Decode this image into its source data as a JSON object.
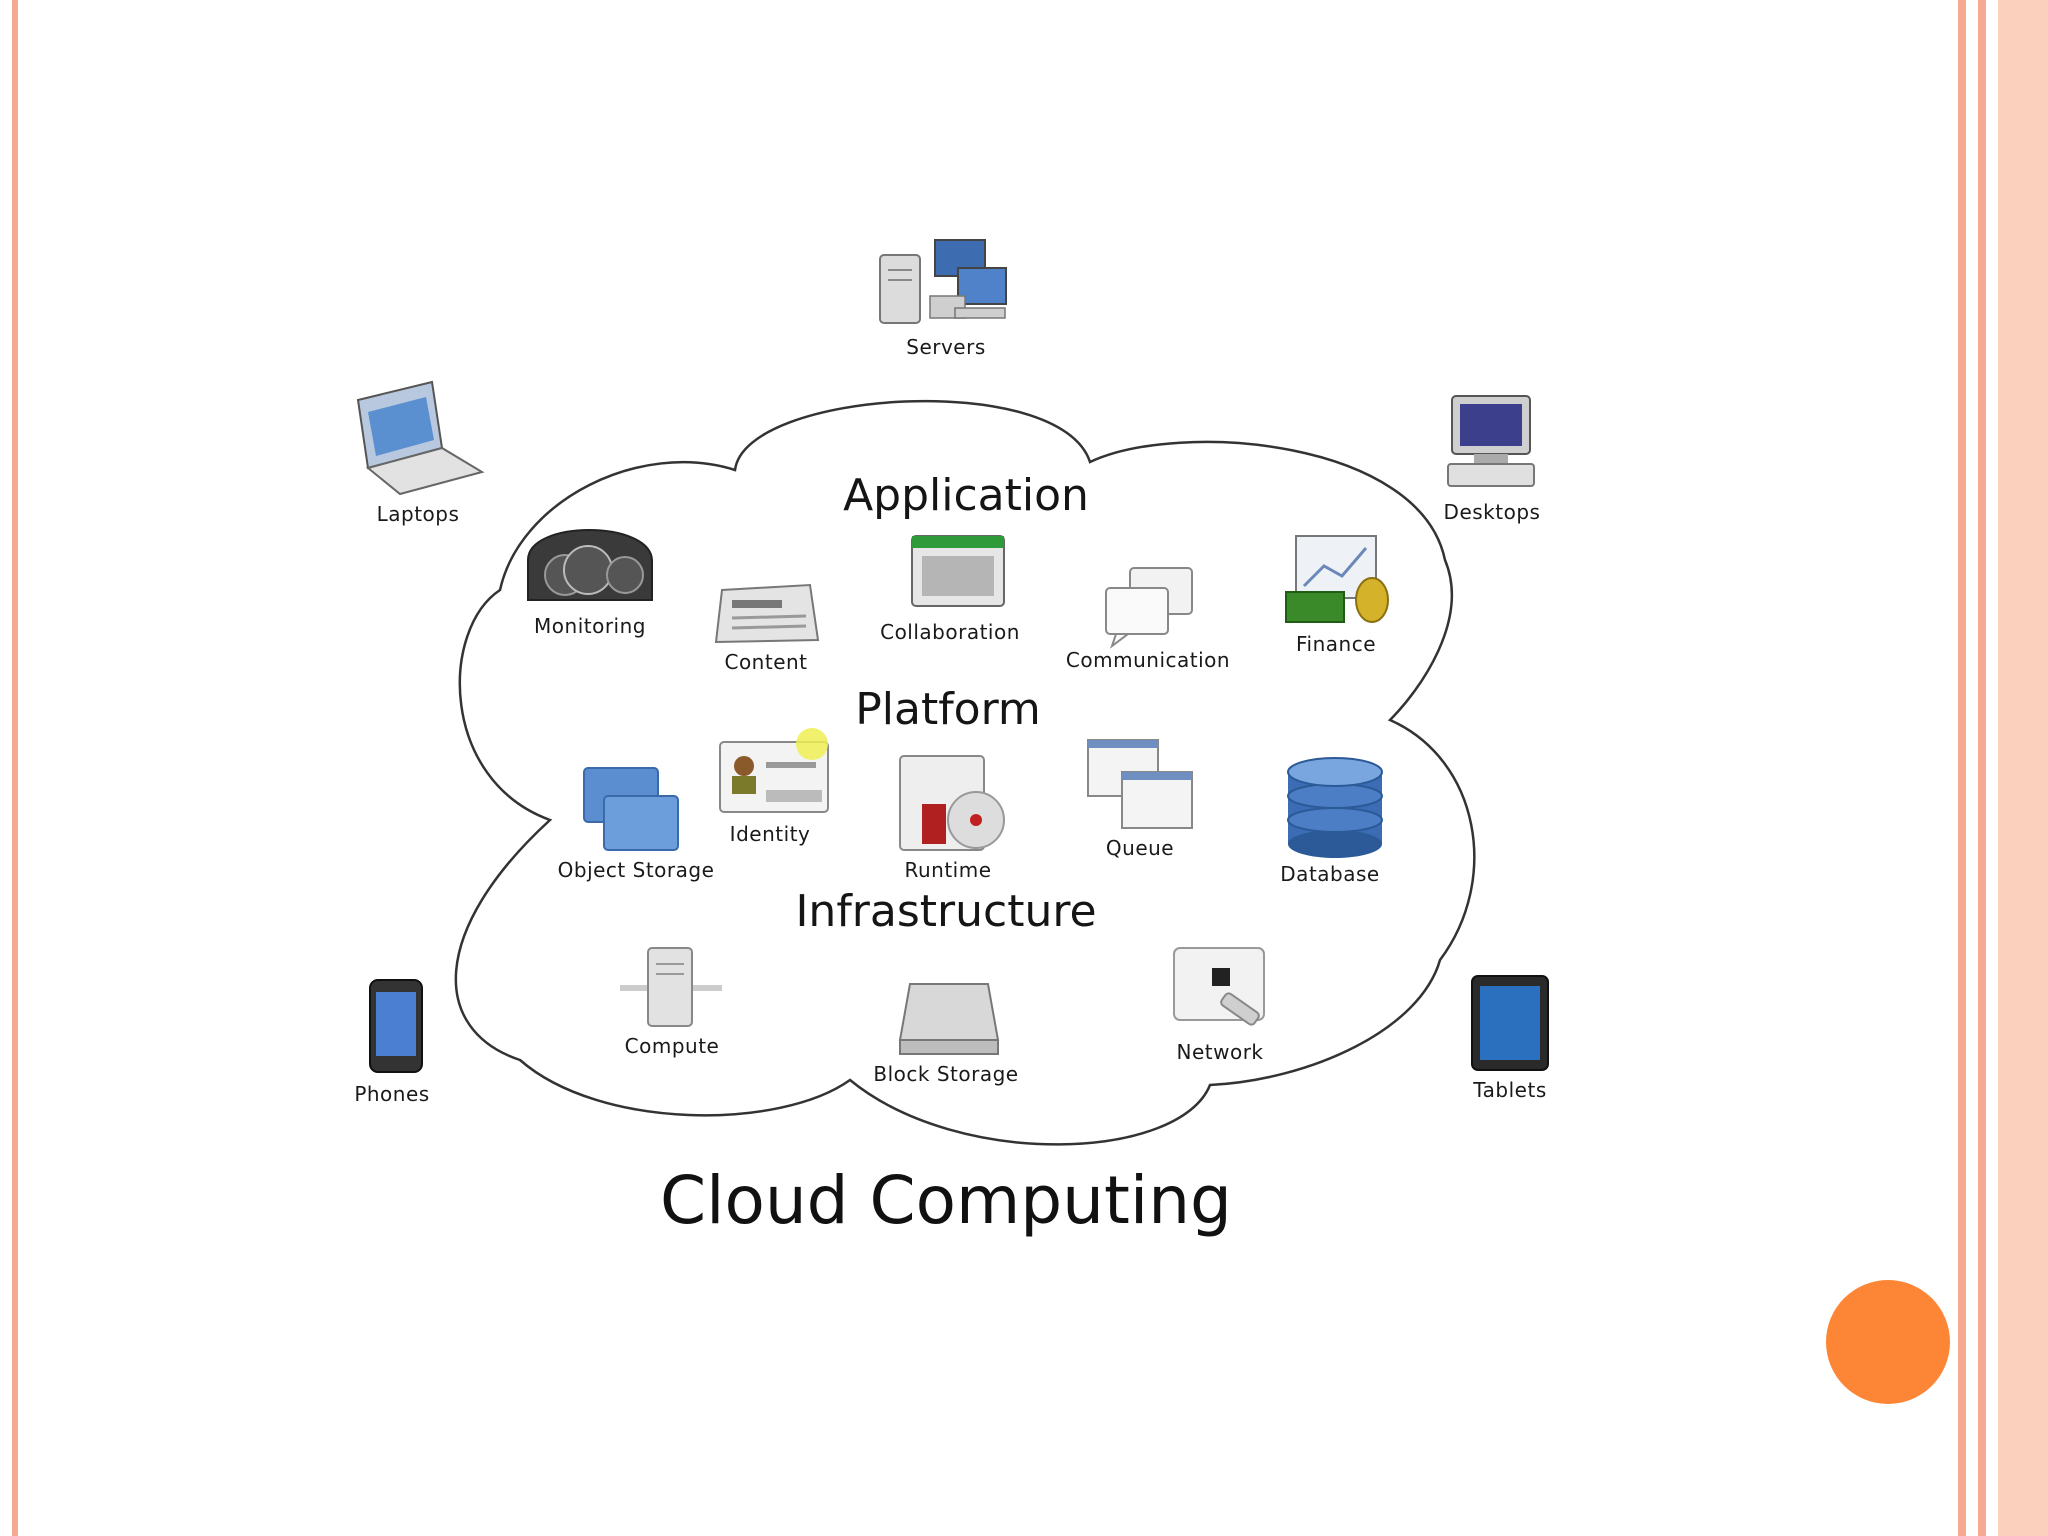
{
  "title": "Cloud Computing",
  "sections": {
    "application": "Application",
    "platform": "Platform",
    "infrastructure": "Infrastructure"
  },
  "outside_devices": {
    "servers": "Servers",
    "laptops": "Laptops",
    "desktops": "Desktops",
    "phones": "Phones",
    "tablets": "Tablets"
  },
  "application_items": {
    "monitoring": "Monitoring",
    "content": "Content",
    "collaboration": "Collaboration",
    "communication": "Communication",
    "finance": "Finance"
  },
  "platform_items": {
    "object_storage": "Object Storage",
    "identity": "Identity",
    "runtime": "Runtime",
    "queue": "Queue",
    "database": "Database"
  },
  "infrastructure_items": {
    "compute": "Compute",
    "block_storage": "Block Storage",
    "network": "Network"
  },
  "colors": {
    "border_accent": "#f4a990",
    "circle_button": "#fd8636"
  }
}
